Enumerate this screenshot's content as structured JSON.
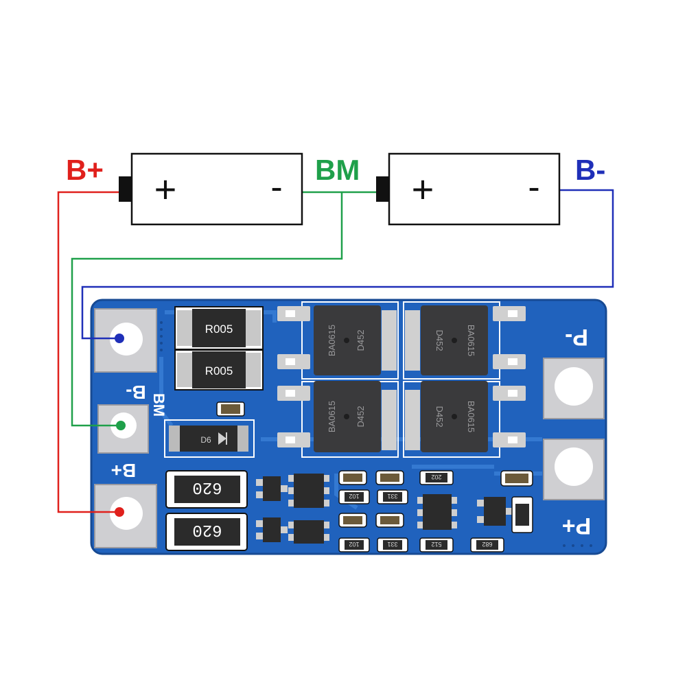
{
  "diagram": {
    "terminals": {
      "b_plus": {
        "label": "B+",
        "color": "#e0201c"
      },
      "bm": {
        "label": "BM",
        "color": "#1fa04a"
      },
      "b_minus": {
        "label": "B-",
        "color": "#1f2fb8"
      }
    },
    "cells": [
      {
        "plus": "+",
        "minus": "-"
      },
      {
        "plus": "+",
        "minus": "-"
      }
    ]
  },
  "board": {
    "color": "#1f5db4",
    "silkscreen": {
      "b_minus": "B-",
      "bm": "BM",
      "b_plus": "B+",
      "p_minus": "P-",
      "p_plus": "P+"
    },
    "shunt_resistors": [
      "R005",
      "R005"
    ],
    "big_resistors": [
      "620",
      "620"
    ],
    "mosfets": [
      {
        "line1": "BA0615",
        "line2": "D452"
      },
      {
        "line1": "BA0615",
        "line2": "D452"
      },
      {
        "line1": "BA0615",
        "line2": "D452"
      },
      {
        "line1": "BA0615",
        "line2": "D452"
      }
    ],
    "small_parts": [
      "102",
      "331",
      "102",
      "331",
      "512",
      "682",
      "202",
      "D6"
    ]
  }
}
